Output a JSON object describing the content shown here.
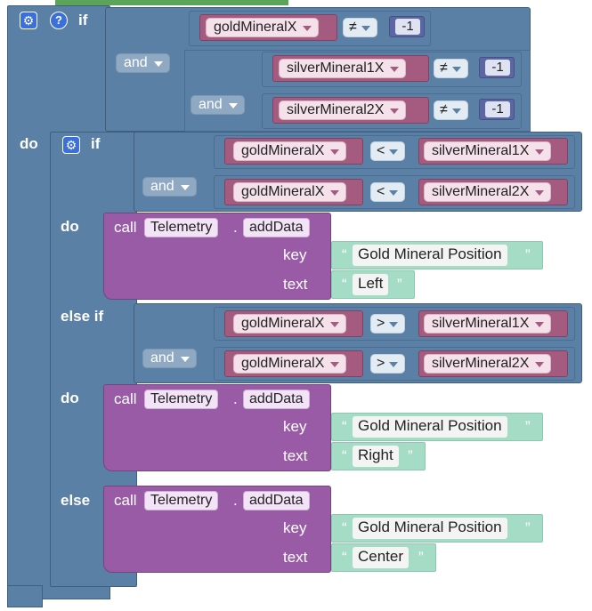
{
  "outer_if": {
    "if_label": "if",
    "do_label": "do",
    "op_and_1": "and",
    "op_and_2": "and",
    "cond1": {
      "var": "goldMineralX",
      "op": "≠",
      "num": "-1"
    },
    "cond2": {
      "var": "silverMineral1X",
      "op": "≠",
      "num": "-1"
    },
    "cond3": {
      "var": "silverMineral2X",
      "op": "≠",
      "num": "-1"
    }
  },
  "inner_if": {
    "if_label": "if",
    "do_label": "do",
    "else_if_label": "else if",
    "do2_label": "do",
    "else_label": "else",
    "and1": "and",
    "and2": "and",
    "c1": {
      "left": "goldMineralX",
      "op": "<",
      "right": "silverMineral1X"
    },
    "c2": {
      "left": "goldMineralX",
      "op": "<",
      "right": "silverMineral2X"
    },
    "c3": {
      "left": "goldMineralX",
      "op": ">",
      "right": "silverMineral1X"
    },
    "c4": {
      "left": "goldMineralX",
      "op": ">",
      "right": "silverMineral2X"
    }
  },
  "calls": [
    {
      "call": "call",
      "object": "Telemetry",
      "dot": ".",
      "method": "addData",
      "key_label": "key",
      "text_label": "text",
      "key_value": "Gold Mineral Position",
      "text_value": "Left"
    },
    {
      "call": "call",
      "object": "Telemetry",
      "dot": ".",
      "method": "addData",
      "key_label": "key",
      "text_label": "text",
      "key_value": "Gold Mineral Position",
      "text_value": "Right"
    },
    {
      "call": "call",
      "object": "Telemetry",
      "dot": ".",
      "method": "addData",
      "key_label": "key",
      "text_label": "text",
      "key_value": "Gold Mineral Position",
      "text_value": "Center"
    }
  ],
  "quote_open": "“",
  "quote_close": "”",
  "icons": {
    "gear": "gear-icon",
    "help": "help-icon"
  },
  "colors": {
    "logic": "#5b80a5",
    "variable": "#a55b80",
    "function": "#995ba5",
    "text": "#a5dcc5",
    "math": "#5b67a5",
    "top_strip": "#5ba55b"
  }
}
